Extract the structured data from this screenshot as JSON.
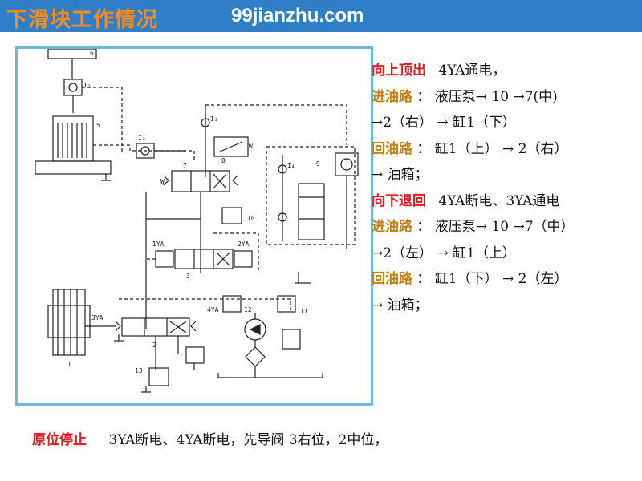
{
  "header": {
    "title": "下滑块工作情况",
    "site": "99jianzhu.com",
    "bg_color": "#2f7fc6",
    "title_color": "#ff8a1c"
  },
  "diagram": {
    "labels": {
      "n6": "6",
      "n5": "5",
      "i1": "I₁",
      "i2": "I₂",
      "i3": "I₃",
      "i4": "I₄",
      "n7": "7",
      "n8": "8",
      "n9": "9",
      "n10": "10",
      "n11": "11",
      "n12": "12",
      "n13": "13",
      "n1": "1",
      "n2": "2",
      "n3": "3",
      "ya1": "1YA",
      "ya2": "2YA",
      "ya3": "3YA",
      "ya4": "4YA",
      "w": "W"
    }
  },
  "panel": {
    "up_title": "向上顶出",
    "up_condition": "4YA通电，",
    "in_label": "进油路",
    "in_up_1": "： 液压泵→ 10 →7(中)",
    "in_up_2": "→2（右） → 缸1（下）",
    "out_label": "回油路",
    "out_up_1": "： 缸1（上） → 2（右）",
    "out_up_2": "→ 油箱；",
    "down_title": "向下退回",
    "down_condition": "4YA断电、3YA通电",
    "in_down_1": "： 液压泵→ 10 →7（中）",
    "in_down_2": "→2（左） → 缸1（上）",
    "out_down_1": "： 缸1（下） → 2（左）",
    "out_down_2": "→ 油箱；",
    "red_color": "#e8171d",
    "orange_color": "#c57f11"
  },
  "bottom": {
    "label": "原位停止",
    "text": "3YA断电、4YA断电，先导阀 3右位，2中位，"
  }
}
